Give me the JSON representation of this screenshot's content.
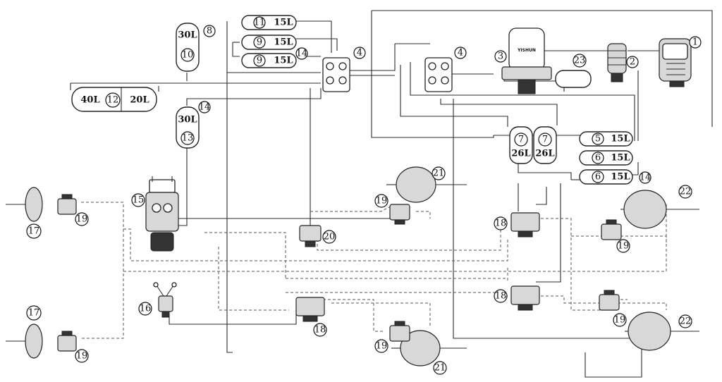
{
  "diagram": {
    "tanks": [
      {
        "id": "tank-11",
        "num": "11",
        "vol": "15L"
      },
      {
        "id": "tank-9a",
        "num": "9",
        "vol": "15L"
      },
      {
        "id": "tank-9b",
        "num": "9",
        "vol": "15L"
      },
      {
        "id": "tank-10",
        "num": "10",
        "vol": "30L"
      },
      {
        "id": "tank-12",
        "num": "12",
        "vol_left": "40L",
        "vol_right": "20L"
      },
      {
        "id": "tank-13",
        "num": "13",
        "vol": "30L"
      },
      {
        "id": "tank-7a",
        "num": "7",
        "vol": "26L"
      },
      {
        "id": "tank-7b",
        "num": "7",
        "vol": "26L"
      },
      {
        "id": "tank-5",
        "num": "5",
        "vol": "15L"
      },
      {
        "id": "tank-6a",
        "num": "6",
        "vol": "15L"
      },
      {
        "id": "tank-6b",
        "num": "6",
        "vol": "15L"
      },
      {
        "id": "tank-23",
        "num": "23",
        "vol": ""
      }
    ],
    "callouts": {
      "c1": "1",
      "c2": "2",
      "c3": "3",
      "c4a": "4",
      "c4b": "4",
      "c8": "8",
      "c14a": "14",
      "c14b": "14",
      "c14c": "14",
      "c15": "15",
      "c16": "16",
      "c17a": "17",
      "c17b": "17",
      "c18a": "18",
      "c18b": "18",
      "c18c": "18",
      "c19a": "19",
      "c19b": "19",
      "c19c": "19",
      "c19d": "19",
      "c19e": "19",
      "c19f": "19",
      "c20": "20",
      "c21a": "21",
      "c21b": "21",
      "c22a": "22",
      "c22b": "22"
    },
    "dryer_brand": "YISHUN"
  }
}
